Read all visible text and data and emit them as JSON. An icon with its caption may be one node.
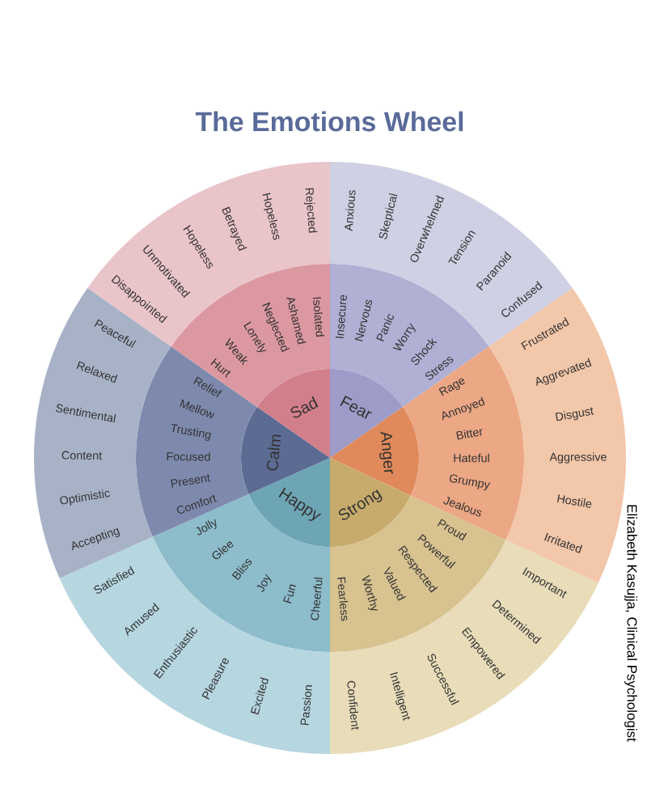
{
  "diagram": {
    "title": "The Emotions Wheel",
    "nodes": [
      {
        "text": [
          "Fear"
        ]
      },
      {
        "text": [
          "Insecure",
          "Nervous",
          "Panic",
          "Worry",
          "Shock",
          "Stress"
        ]
      },
      {
        "text": [
          "Anxious",
          "Skeptical",
          "Overwhelmed",
          "Tension",
          "Paranoid",
          "Confused"
        ]
      },
      {
        "text": [
          "Anger"
        ]
      },
      {
        "text": [
          "Rage",
          "Annoyed",
          "Bitter",
          "Hateful",
          "Grumpy",
          "Jealous"
        ]
      },
      {
        "text": [
          "Frustrated",
          "Aggrevated",
          "Disgust",
          "Aggressive",
          "Hostile",
          "Irritated"
        ]
      },
      {
        "text": [
          "Strong"
        ]
      },
      {
        "text": [
          "Proud",
          "Powerful",
          "Respected",
          "Valued",
          "Worthy",
          "Fearless"
        ]
      },
      {
        "text": [
          "Important",
          "Determined",
          "Empowered",
          "Successful",
          "Intelligent",
          "Confident"
        ]
      },
      {
        "text": [
          "Happy"
        ]
      },
      {
        "text": [
          "Cheerful",
          "Fun",
          "Joy",
          "Bliss",
          "Glee",
          "Jolly"
        ]
      },
      {
        "text": [
          "Passion",
          "Excited",
          "Pleasure",
          "Enthusiastic",
          "Amused",
          "Satisfied"
        ]
      },
      {
        "text": [
          "Calm"
        ]
      },
      {
        "text": [
          "Comfort",
          "Present",
          "Focused",
          "Trusting",
          "Mellow",
          "Relief"
        ]
      },
      {
        "text": [
          "Accepting",
          "Optimistic",
          "Content",
          "Sentimental",
          "Relaxed",
          "Peaceful"
        ]
      },
      {
        "text": [
          "Sad"
        ]
      },
      {
        "text": [
          "Hurt",
          "Weak",
          "Lonely",
          "Neglected",
          "Ashamed",
          "Isolated"
        ]
      },
      {
        "text": [
          "Disappointed",
          "Unmotivated",
          "Hopeless",
          "Betrayed",
          "Hopeless",
          "Rejected"
        ]
      }
    ],
    "labels": [
      "Elizabeth Kasujja, Clinical Psychologist"
    ]
  }
}
